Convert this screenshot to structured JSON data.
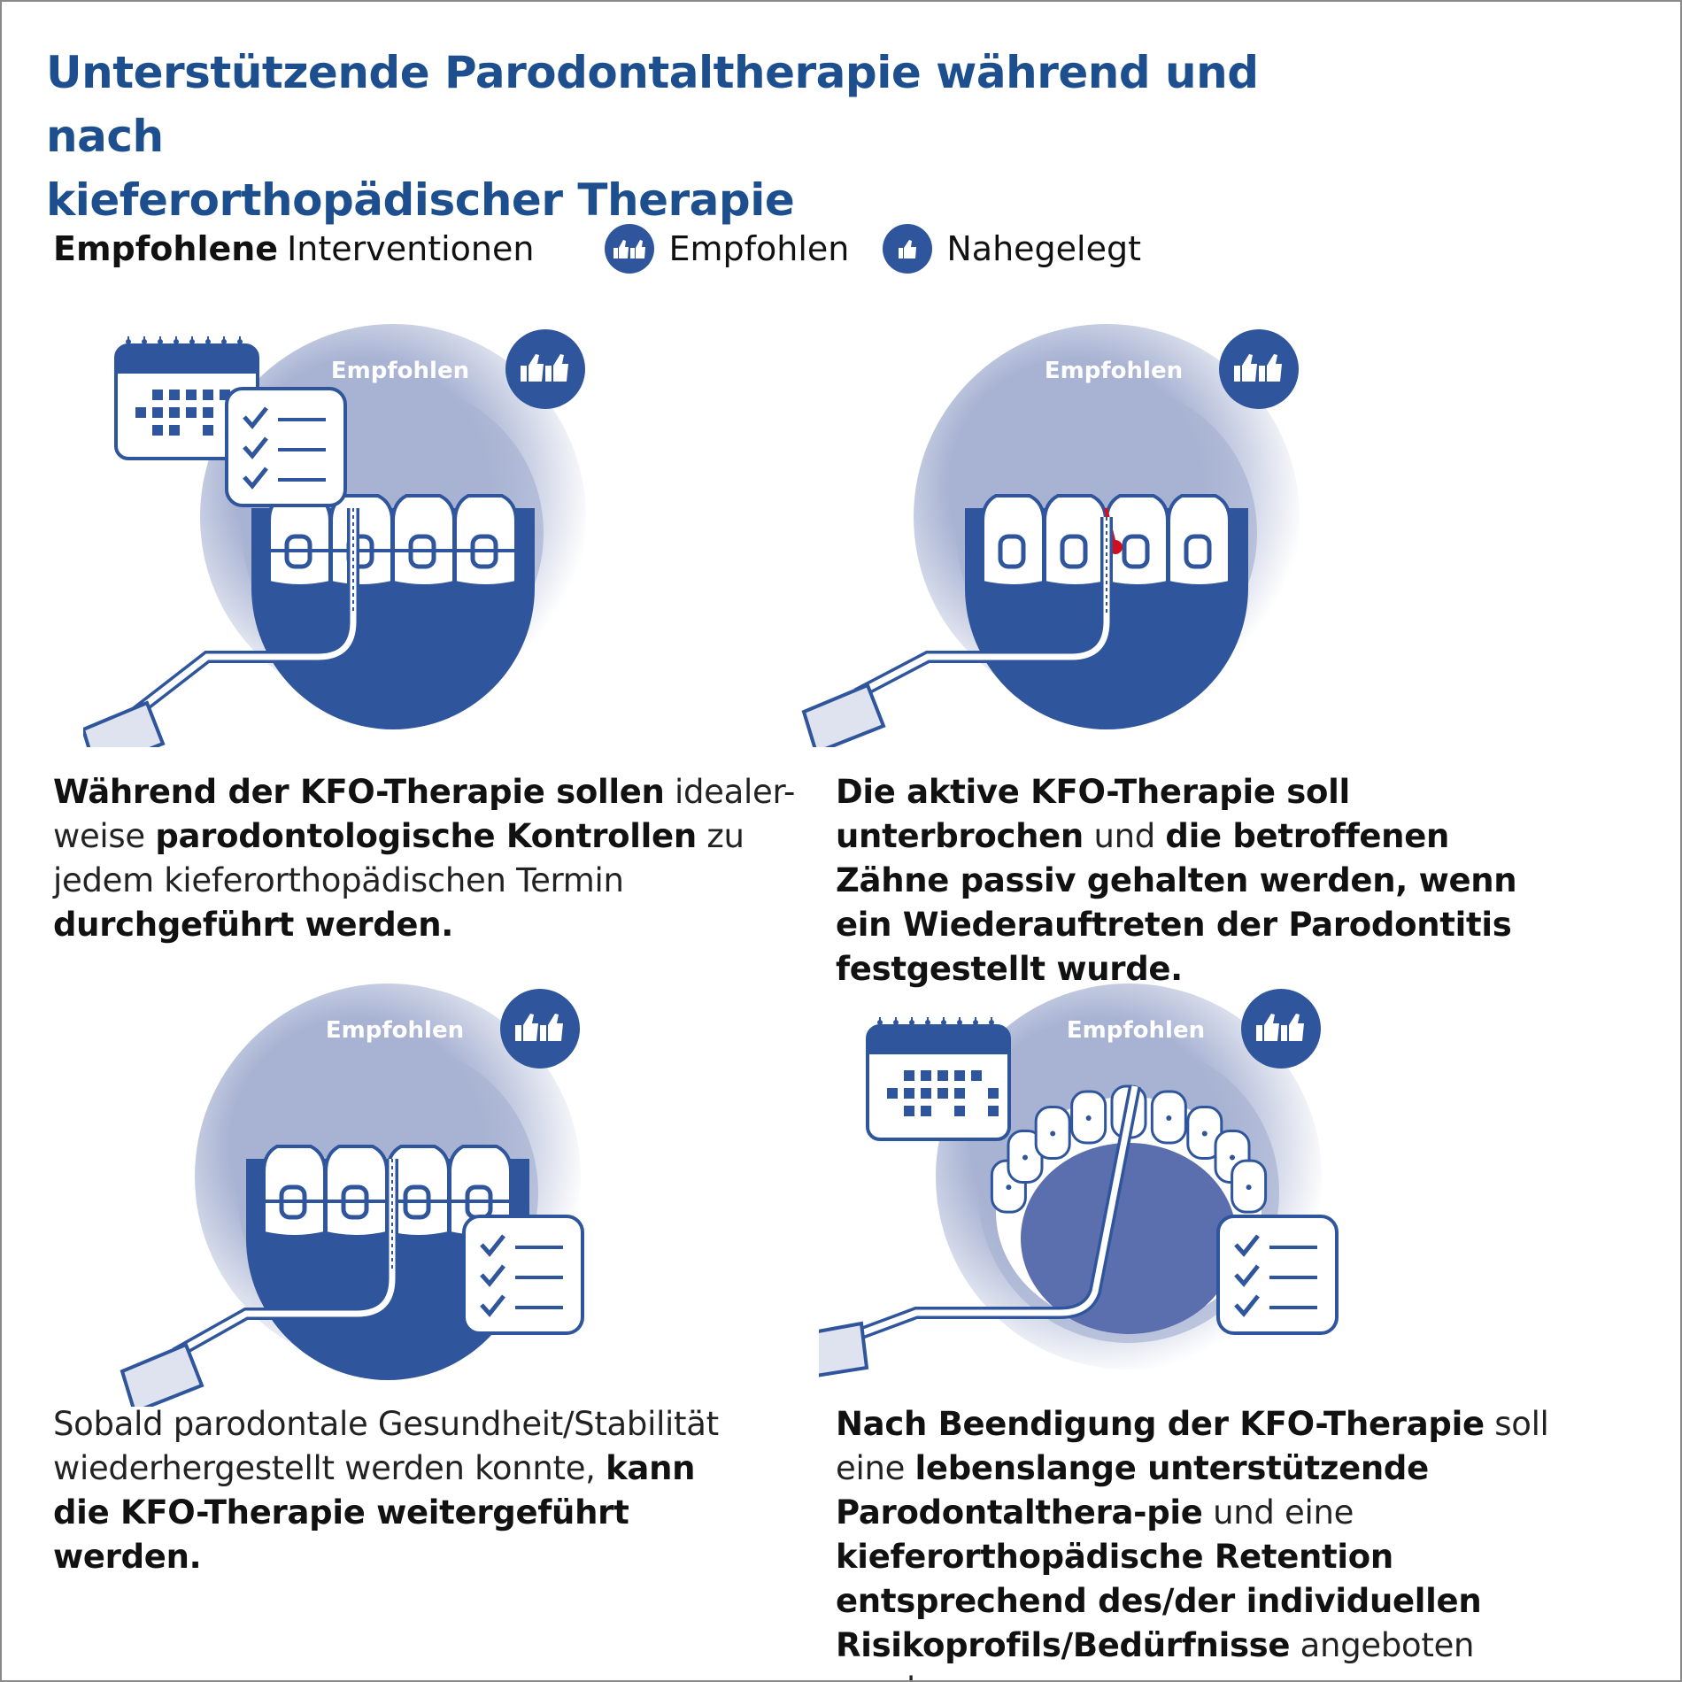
{
  "title": {
    "line1": "Unterstützende Parodontaltherapie während und nach",
    "line2": "kieferorthopädischer Therapie"
  },
  "legend": {
    "heading_bold": "Empfohlene",
    "heading_rest": "Interventionen",
    "recommended": "Empfohlen",
    "suggested": "Nahegelegt"
  },
  "colors": {
    "title": "#1d4f8f",
    "dark_blue": "#2f559c",
    "light_circle": "#a8b3d3",
    "bleeding": "#d0101e"
  },
  "panels": [
    {
      "badge_label": "Empfohlen",
      "badge_icon": "double-thumbs-up-icon",
      "text": [
        {
          "t": "Während der KFO-Therapie sollen",
          "b": true
        },
        {
          "t": " idealer-weise ",
          "b": false
        },
        {
          "t": "parodontologische Kontrollen",
          "b": true
        },
        {
          "t": " zu jedem kieferorthopädischen Termin ",
          "b": false
        },
        {
          "t": "durchgeführt werden.",
          "b": true
        }
      ]
    },
    {
      "badge_label": "Empfohlen",
      "badge_icon": "double-thumbs-up-icon",
      "text": [
        {
          "t": "Die aktive KFO-Therapie soll unterbrochen",
          "b": true
        },
        {
          "t": " und ",
          "b": false
        },
        {
          "t": "die betroffenen Zähne passiv gehalten werden, wenn ein Wiederauftreten der Parodontitis festgestellt wurde.",
          "b": true
        }
      ]
    },
    {
      "badge_label": "Empfohlen",
      "badge_icon": "double-thumbs-up-icon",
      "text": [
        {
          "t": "Sobald parodontale Gesundheit/Stabilität wiederhergestellt werden konnte, ",
          "b": false
        },
        {
          "t": "kann die KFO-Therapie weitergeführt werden.",
          "b": true
        }
      ]
    },
    {
      "badge_label": "Empfohlen",
      "badge_icon": "double-thumbs-up-icon",
      "text": [
        {
          "t": "Nach Beendigung der KFO-Therapie",
          "b": true
        },
        {
          "t": " soll eine ",
          "b": false
        },
        {
          "t": "lebenslange unterstützende Parodontalthera-pie",
          "b": true
        },
        {
          "t": " und eine ",
          "b": false
        },
        {
          "t": "kieferorthopädische Retention entsprechend des/der individuellen Risikoprofils/Bedürfnisse",
          "b": true
        },
        {
          "t": " angeboten werden.",
          "b": false
        }
      ]
    }
  ]
}
